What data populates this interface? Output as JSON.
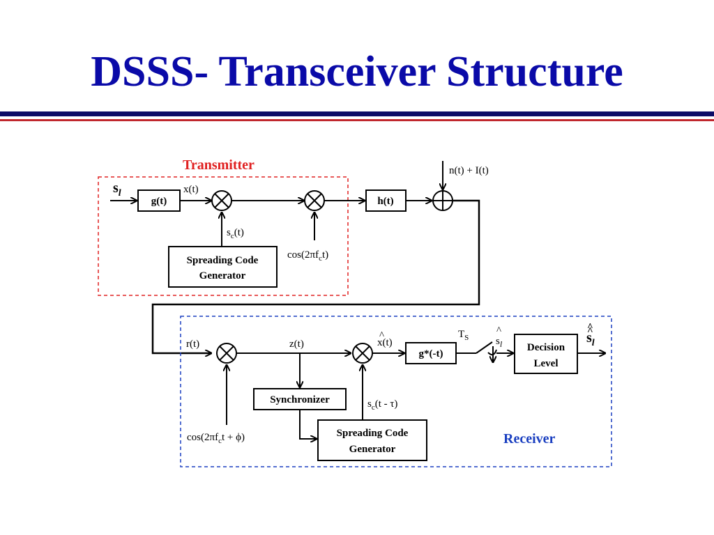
{
  "slide": {
    "title": "DSSS- Transceiver Structure"
  },
  "transmitter": {
    "label": "Transmitter",
    "input_symbol": "s",
    "input_subscript": "l",
    "g_block": "g(t)",
    "x_label": "x(t)",
    "sc_label": "s",
    "sc_sub": "c",
    "sc_suffix": "(t)",
    "spreading_line1": "Spreading Code",
    "spreading_line2": "Generator",
    "cos_prefix": "cos(2πf",
    "cos_sub": "c",
    "cos_suffix": "t)"
  },
  "channel": {
    "h_block": "h(t)",
    "noise_label": "n(t) + I(t)"
  },
  "receiver": {
    "label": "Receiver",
    "r_label": "r(t)",
    "z_label": "z(t)",
    "xhat_label": "x(t)",
    "g_matched": "g*(-t)",
    "ts_label": "T",
    "ts_sub": "S",
    "shat_symbol": "s",
    "shat_sub": "l",
    "decision_line1": "Decision",
    "decision_line2": "Level",
    "out_symbol": "s",
    "out_sub": "l",
    "synchronizer": "Synchronizer",
    "spreading_line1": "Spreading Code",
    "spreading_line2": "Generator",
    "sc_tau_prefix": "s",
    "sc_tau_sub": "c",
    "sc_tau_suffix": "(t - τ)",
    "cos_prefix": "cos(2πf",
    "cos_sub": "c",
    "cos_suffix": "t + ϕ)"
  },
  "colors": {
    "title": "#0a0aa8",
    "transmitter": "#e02020",
    "receiver": "#1a3fc0",
    "rule_blue": "#0c0c66",
    "rule_red": "#c0272d"
  }
}
